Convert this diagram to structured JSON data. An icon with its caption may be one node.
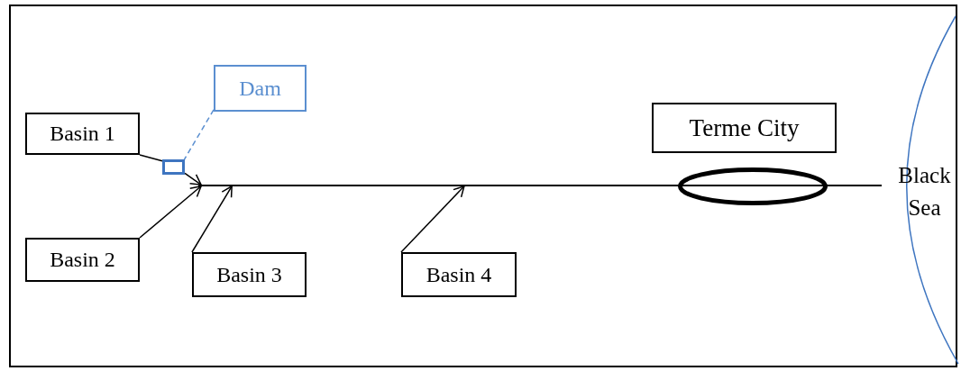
{
  "diagram": {
    "nodes": [
      {
        "text": [
          "Dam"
        ]
      },
      {
        "text": [
          "Basin 1"
        ]
      },
      {
        "text": [],
        "shape": "box"
      },
      {
        "text": [
          "Terme City"
        ]
      },
      {
        "text": [],
        "shape": "line"
      },
      {
        "text": [],
        "shape": "ellipse"
      },
      {
        "text": [
          "Black Sea"
        ]
      },
      {
        "text": [
          "Basin 2"
        ]
      },
      {
        "text": [
          "Basin 3"
        ]
      },
      {
        "text": [
          "Basin 4"
        ]
      }
    ],
    "edges": [
      {
        "from": 0,
        "to": 2,
        "arrow": "none",
        "style": "dashed",
        "color": "#5b8fd0"
      },
      {
        "from": 1,
        "to": 2,
        "arrow": "none"
      },
      {
        "from": 2,
        "to": 4,
        "arrow": "to"
      },
      {
        "from": 7,
        "to": 4,
        "arrow": "to"
      },
      {
        "from": 8,
        "to": 4,
        "arrow": "to"
      },
      {
        "from": 9,
        "to": 4,
        "arrow": "to"
      }
    ]
  }
}
